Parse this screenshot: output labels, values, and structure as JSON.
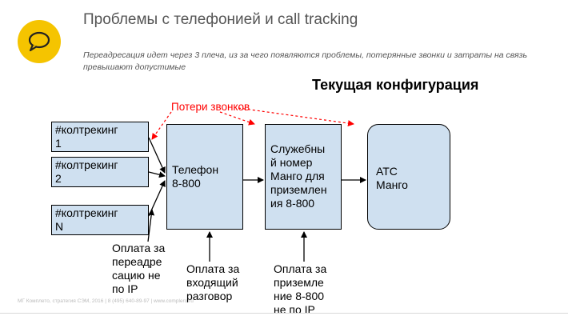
{
  "header": {
    "title": "Проблемы с телефонией и call tracking",
    "subtitle": "Переадресация идет через 3 плеча, из за чего появляются проблемы, потерянные звонки и затраты на связь превышают допустимые",
    "logo_icon": "speech-bubble-icon",
    "logo_color": "#f5c400"
  },
  "diagram": {
    "heading": "Текущая конфигурация",
    "loss_label": "Потери звонков",
    "loss_color": "#ff0000",
    "box_fill": "#cfe0f0",
    "tracking_boxes": [
      {
        "line1": "#колтрекинг",
        "line2": "1"
      },
      {
        "line1": "#колтрекинг",
        "line2": "2"
      },
      {
        "line1": "#колтрекинг",
        "line2": "N"
      }
    ],
    "phone_box": {
      "line1": "Телефон",
      "line2": "8-800"
    },
    "service_box": {
      "lines": [
        "Служебны",
        "й номер",
        "Манго для",
        "приземлен",
        "ия 8-800"
      ]
    },
    "atc_box": {
      "line1": "АТС",
      "line2": "Манго"
    },
    "notes": {
      "ip_forward": [
        "Оплата за",
        "переадре",
        "сацию не",
        "по IP"
      ],
      "incoming": [
        "Оплата за",
        "входящий",
        "разговор"
      ],
      "landing": [
        "Оплата за",
        "приземле",
        "ние 8-800",
        "не по IP"
      ]
    }
  },
  "footer": {
    "text": "МГ Комплето, стратегия СЭМ, 2016 | 8 (495) 640-89-97  |  www.complero.ru"
  }
}
